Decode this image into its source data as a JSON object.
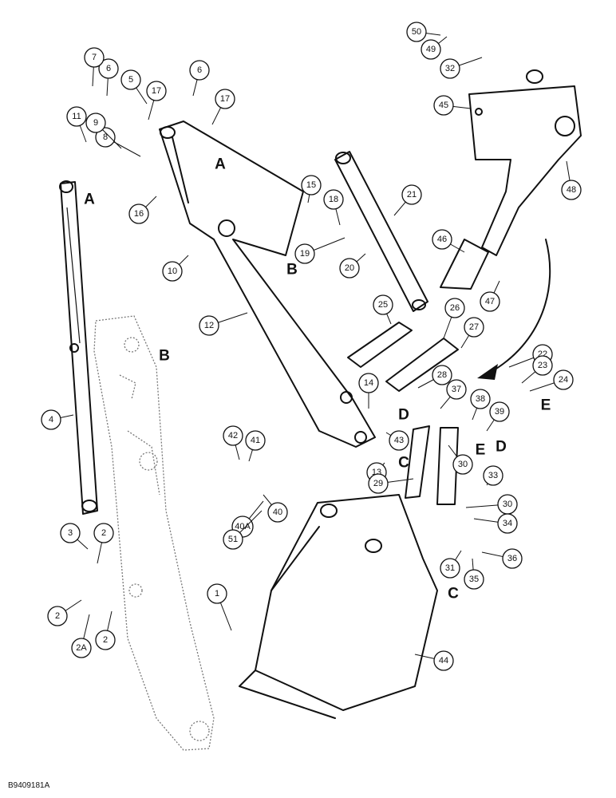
{
  "figure_id": "B9409181A",
  "callouts": [
    {
      "n": "1"
    },
    {
      "n": "2"
    },
    {
      "n": "2"
    },
    {
      "n": "2"
    },
    {
      "n": "2A"
    },
    {
      "n": "3"
    },
    {
      "n": "4"
    },
    {
      "n": "5"
    },
    {
      "n": "6"
    },
    {
      "n": "6"
    },
    {
      "n": "7"
    },
    {
      "n": "8"
    },
    {
      "n": "9"
    },
    {
      "n": "10"
    },
    {
      "n": "11"
    },
    {
      "n": "12"
    },
    {
      "n": "13"
    },
    {
      "n": "14"
    },
    {
      "n": "15"
    },
    {
      "n": "16"
    },
    {
      "n": "17"
    },
    {
      "n": "17"
    },
    {
      "n": "18"
    },
    {
      "n": "19"
    },
    {
      "n": "20"
    },
    {
      "n": "21"
    },
    {
      "n": "22"
    },
    {
      "n": "23"
    },
    {
      "n": "24"
    },
    {
      "n": "25"
    },
    {
      "n": "26"
    },
    {
      "n": "27"
    },
    {
      "n": "28"
    },
    {
      "n": "29"
    },
    {
      "n": "30"
    },
    {
      "n": "30"
    },
    {
      "n": "31"
    },
    {
      "n": "32"
    },
    {
      "n": "33"
    },
    {
      "n": "34"
    },
    {
      "n": "35"
    },
    {
      "n": "36"
    },
    {
      "n": "37"
    },
    {
      "n": "38"
    },
    {
      "n": "39"
    },
    {
      "n": "40"
    },
    {
      "n": "40A"
    },
    {
      "n": "41"
    },
    {
      "n": "42"
    },
    {
      "n": "43"
    },
    {
      "n": "44"
    },
    {
      "n": "45"
    },
    {
      "n": "46"
    },
    {
      "n": "47"
    },
    {
      "n": "48"
    },
    {
      "n": "49"
    },
    {
      "n": "50"
    },
    {
      "n": "51"
    }
  ],
  "pin_letters": [
    {
      "t": "A"
    },
    {
      "t": "A"
    },
    {
      "t": "B"
    },
    {
      "t": "B"
    },
    {
      "t": "C"
    },
    {
      "t": "C"
    },
    {
      "t": "D"
    },
    {
      "t": "D"
    },
    {
      "t": "E"
    },
    {
      "t": "E"
    }
  ]
}
